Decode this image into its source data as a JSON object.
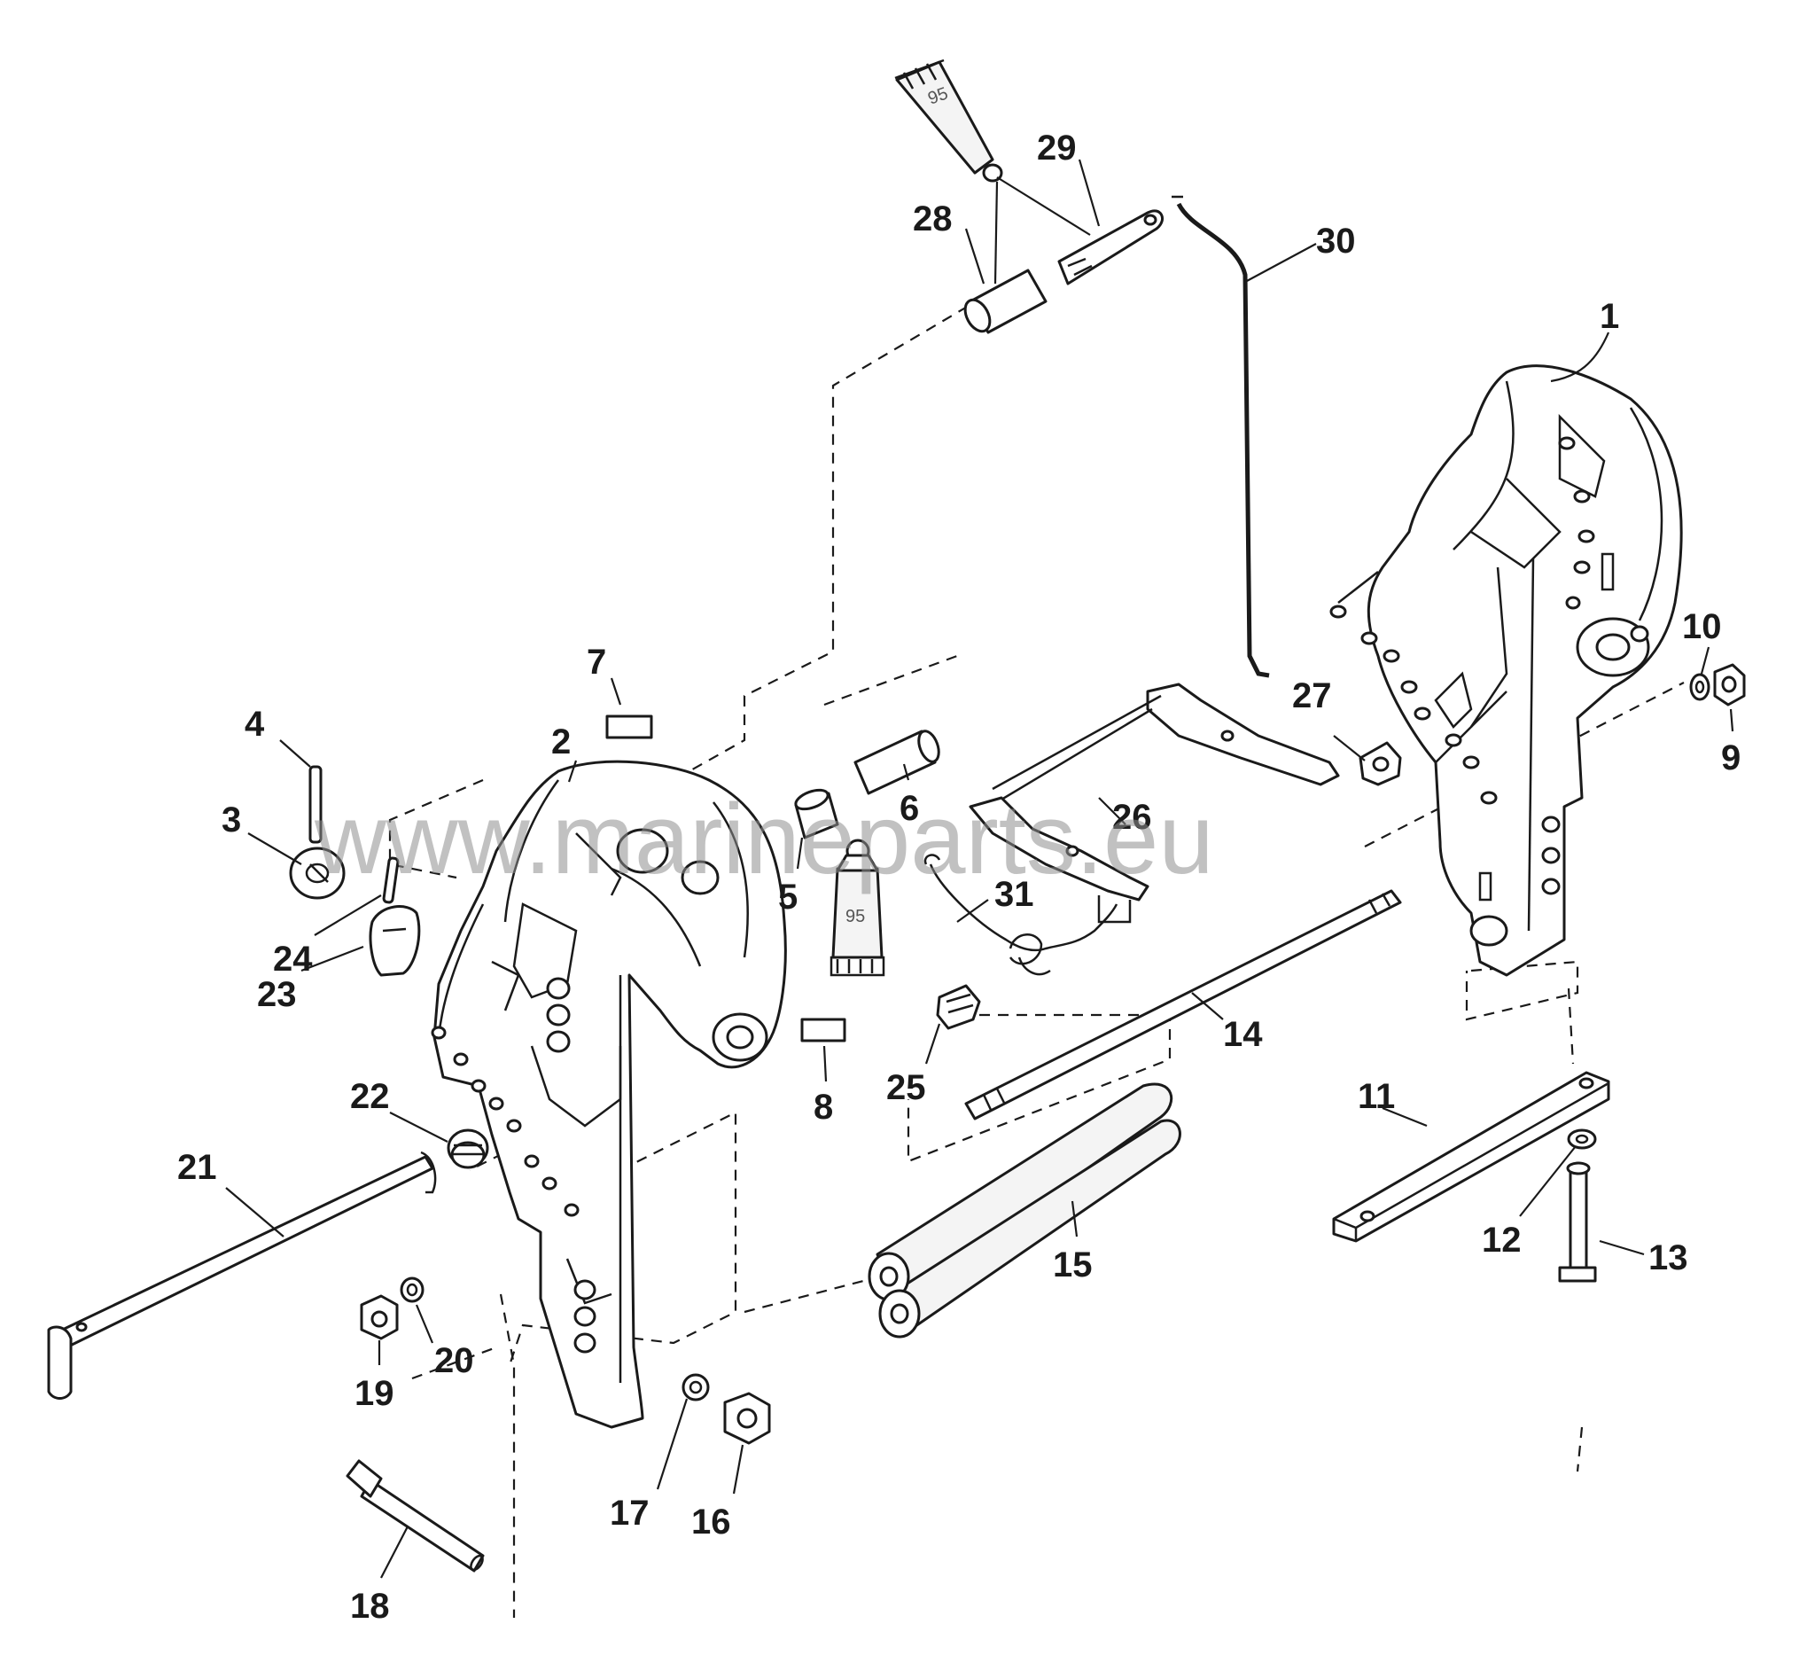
{
  "watermark": "www.marineparts.eu",
  "tube_label": "95",
  "callouts": [
    {
      "id": "1",
      "label": "1"
    },
    {
      "id": "2",
      "label": "2"
    },
    {
      "id": "3",
      "label": "3"
    },
    {
      "id": "4",
      "label": "4"
    },
    {
      "id": "5",
      "label": "5"
    },
    {
      "id": "6",
      "label": "6"
    },
    {
      "id": "7",
      "label": "7"
    },
    {
      "id": "8",
      "label": "8"
    },
    {
      "id": "9",
      "label": "9"
    },
    {
      "id": "10",
      "label": "10"
    },
    {
      "id": "11",
      "label": "11"
    },
    {
      "id": "12",
      "label": "12"
    },
    {
      "id": "13",
      "label": "13"
    },
    {
      "id": "14",
      "label": "14"
    },
    {
      "id": "15",
      "label": "15"
    },
    {
      "id": "16",
      "label": "16"
    },
    {
      "id": "17",
      "label": "17"
    },
    {
      "id": "18",
      "label": "18"
    },
    {
      "id": "19",
      "label": "19"
    },
    {
      "id": "20",
      "label": "20"
    },
    {
      "id": "21",
      "label": "21"
    },
    {
      "id": "22",
      "label": "22"
    },
    {
      "id": "23",
      "label": "23"
    },
    {
      "id": "24",
      "label": "24"
    },
    {
      "id": "25",
      "label": "25"
    },
    {
      "id": "26",
      "label": "26"
    },
    {
      "id": "27",
      "label": "27"
    },
    {
      "id": "28",
      "label": "28"
    },
    {
      "id": "29",
      "label": "29"
    },
    {
      "id": "30",
      "label": "30"
    },
    {
      "id": "31",
      "label": "31"
    }
  ]
}
